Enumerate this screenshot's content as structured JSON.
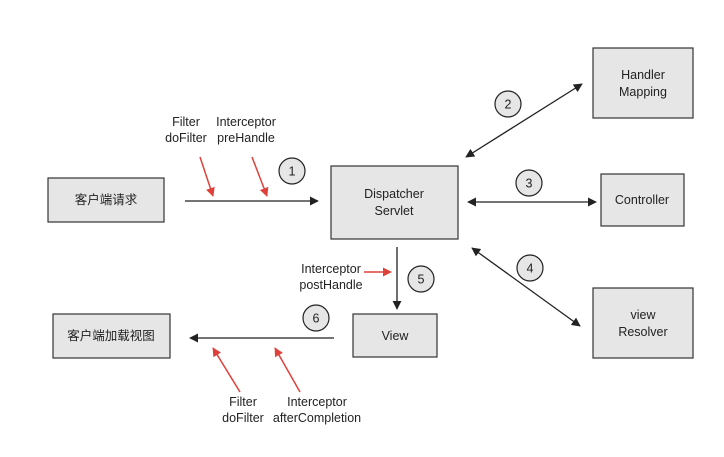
{
  "nodes": {
    "client_request": "客户端请求",
    "dispatcher_line1": "Dispatcher",
    "dispatcher_line2": "Servlet",
    "handler_line1": "Handler",
    "handler_line2": "Mapping",
    "controller": "Controller",
    "resolver_line1": "view",
    "resolver_line2": "Resolver",
    "view": "View",
    "client_load": "客户端加载视图"
  },
  "steps": [
    "1",
    "2",
    "3",
    "4",
    "5",
    "6"
  ],
  "annotations": {
    "filter_in_line1": "Filter",
    "filter_in_line2": "doFilter",
    "pre_line1": "Interceptor",
    "pre_line2": "preHandle",
    "post_line1": "Interceptor",
    "post_line2": "postHandle",
    "filter_out_line1": "Filter",
    "filter_out_line2": "doFilter",
    "after_line1": "Interceptor",
    "after_line2": "afterCompletion"
  },
  "colors": {
    "box_fill": "#e6e6e6",
    "line": "#222222",
    "hook_arrow": "#e0403a"
  }
}
